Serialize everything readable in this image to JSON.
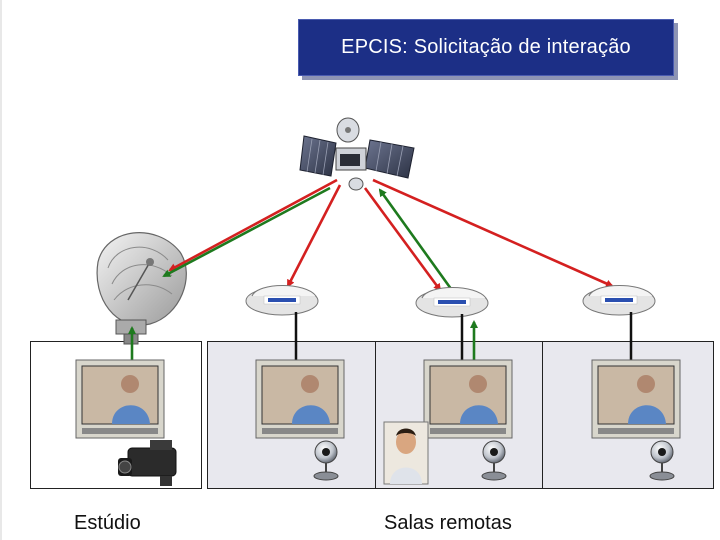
{
  "title": "EPCIS: Solicitação de interação",
  "labels": {
    "studio": "Estúdio",
    "remote_rooms": "Salas remotas"
  },
  "colors": {
    "title_bg": "#1c2f86",
    "arrow_red": "#d42020",
    "arrow_green": "#1e7a1e",
    "cable": "#111111"
  },
  "icons": {
    "satellite": "satellite-icon",
    "uplink_dish": "uplink-dish-icon",
    "receiver_dish": "directv-dish-icon",
    "tv": "tv-monitor-icon",
    "camera": "video-camera-icon",
    "webcam": "webcam-icon",
    "student": "student-photo"
  }
}
